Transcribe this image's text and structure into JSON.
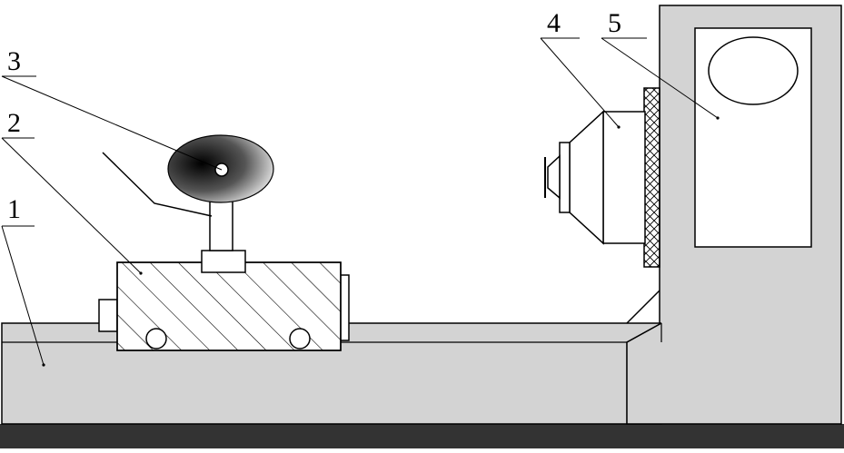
{
  "labels": {
    "l1": "1",
    "l2": "2",
    "l3": "3",
    "l4": "4",
    "l5": "5"
  },
  "colors": {
    "body_fill": "#d3d3d3",
    "base_strip": "#333333",
    "outline": "#000000",
    "background": "#ffffff"
  }
}
